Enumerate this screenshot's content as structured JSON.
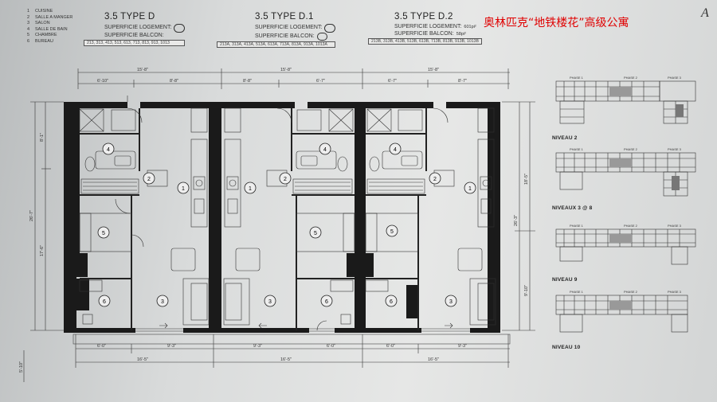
{
  "legend": [
    {
      "num": "1",
      "label": "CUISINE"
    },
    {
      "num": "2",
      "label": "SALLE A MANGER"
    },
    {
      "num": "3",
      "label": "SALON"
    },
    {
      "num": "4",
      "label": "SALLE DE BAIN"
    },
    {
      "num": "5",
      "label": "CHAMBRE"
    },
    {
      "num": "6",
      "label": "BUREAU"
    }
  ],
  "headline": "奥林匹克“地铁楼花”高级公寓",
  "corner_mark": "A",
  "units": [
    {
      "title": "3.5 TYPE D",
      "logement_label": "SUPERFICIE LOGEMENT:",
      "balcon_label": "SUPERFICIE BALCON:",
      "logement_value": "",
      "balcon_value": "",
      "unit_list": "213, 313, 413, 513, 613, 713, 813, 913, 1013"
    },
    {
      "title": "3.5 TYPE D.1",
      "logement_label": "SUPERFICIE LOGEMENT:",
      "balcon_label": "SUPERFICIE BALCON:",
      "logement_value": "",
      "balcon_value": "",
      "unit_list": "213A, 313A, 413A, 513A, 613A, 713A, 813A, 913A, 1013A"
    },
    {
      "title": "3.5 TYPE D.2",
      "logement_label": "SUPERFICIE LOGEMENT:",
      "balcon_label": "SUPERFICIE BALCON:",
      "logement_value": "601pi²",
      "balcon_value": "58pi²",
      "unit_list": "213B, 313B, 413B, 513B, 613B, 713B, 813B, 913B, 1013B"
    }
  ],
  "dimensions": {
    "top_total": [
      "15'-8\"",
      "15'-8\"",
      "15'-8\""
    ],
    "top_sub": [
      "6'-10\"",
      "8'-8\"",
      "8'-8\"",
      "6'-7\"",
      "6'-7\"",
      "8'-7\""
    ],
    "left": [
      "8'-1\"",
      "26'-7\"",
      "17'-6\"",
      "5'-10\""
    ],
    "right_a": [
      "18'-5\"",
      "26'-3\"",
      "9'-10\""
    ],
    "bottom_sub": [
      "6'-0\"",
      "9'-3\"",
      "9'-3\"",
      "6'-0\"",
      "6'-0\"",
      "9'-3\""
    ],
    "bottom_total": [
      "16'-5\"",
      "16'-5\"",
      "16'-5\""
    ]
  },
  "rooms": [
    {
      "num": "4"
    },
    {
      "num": "2"
    },
    {
      "num": "1"
    },
    {
      "num": "5"
    },
    {
      "num": "6"
    },
    {
      "num": "3"
    },
    {
      "num": "4"
    },
    {
      "num": "2"
    },
    {
      "num": "1"
    },
    {
      "num": "5"
    },
    {
      "num": "3"
    },
    {
      "num": "6"
    },
    {
      "num": "4"
    },
    {
      "num": "2"
    },
    {
      "num": "1"
    },
    {
      "num": "5"
    },
    {
      "num": "6"
    },
    {
      "num": "3"
    }
  ],
  "keyplans": [
    {
      "caption": "NIVEAU 2",
      "phases": [
        "PHASE 1",
        "PHASE 2",
        "PHASE 3"
      ]
    },
    {
      "caption": "NIVEAUX 3 @ 8",
      "phases": [
        "PHASE 1",
        "PHASE 2",
        "PHASE 3"
      ]
    },
    {
      "caption": "NIVEAU 9",
      "phases": [
        "PHASE 1",
        "PHASE 2",
        "PHASE 3"
      ]
    },
    {
      "caption": "NIVEAU 10",
      "phases": [
        "PHASE 1",
        "PHASE 2",
        "PHASE 3"
      ]
    }
  ],
  "colors": {
    "headline": "#e00000",
    "wall": "#1a1a1a",
    "paper": "#e3e4e3"
  }
}
